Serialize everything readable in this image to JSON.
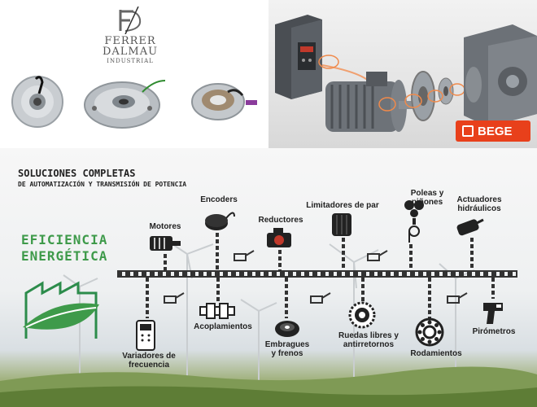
{
  "brand": {
    "name_line1": "FERRER",
    "name_line2": "DALMAU",
    "tagline": "INDUSTRIAL"
  },
  "partner_badge": {
    "name": "BEGE",
    "color": "#e8401b"
  },
  "infographic": {
    "title_line1": "SOLUCIONES COMPLETAS",
    "title_line2": "DE AUTOMATIZACIÓN Y TRANSMISIÓN DE POTENCIA",
    "efficiency_line1": "EFICIENCIA",
    "efficiency_line2": "ENERGÉTICA",
    "accent_color": "#3e9a4a",
    "top_items": [
      {
        "label": "Motores",
        "icon": "motor-icon"
      },
      {
        "label": "Encoders",
        "icon": "encoder-icon"
      },
      {
        "label": "Reductores",
        "icon": "gearbox-icon"
      },
      {
        "label": "Limitadores de par",
        "icon": "torque-limiter-icon"
      },
      {
        "label": "Poleas y piñones",
        "icon": "pulley-icon"
      },
      {
        "label": "Actuadores hidráulicos",
        "icon": "hydraulic-actuator-icon"
      }
    ],
    "bottom_items": [
      {
        "label": "Variadores de frecuencia",
        "icon": "frequency-drive-icon"
      },
      {
        "label": "Acoplamientos",
        "icon": "coupling-icon"
      },
      {
        "label": "Embragues y frenos",
        "icon": "clutch-brake-icon"
      },
      {
        "label": "Ruedas libres y antirretornos",
        "icon": "freewheel-icon"
      },
      {
        "label": "Rodamientos",
        "icon": "bearing-icon"
      },
      {
        "label": "Pirómetros",
        "icon": "pyrometer-icon"
      }
    ]
  }
}
